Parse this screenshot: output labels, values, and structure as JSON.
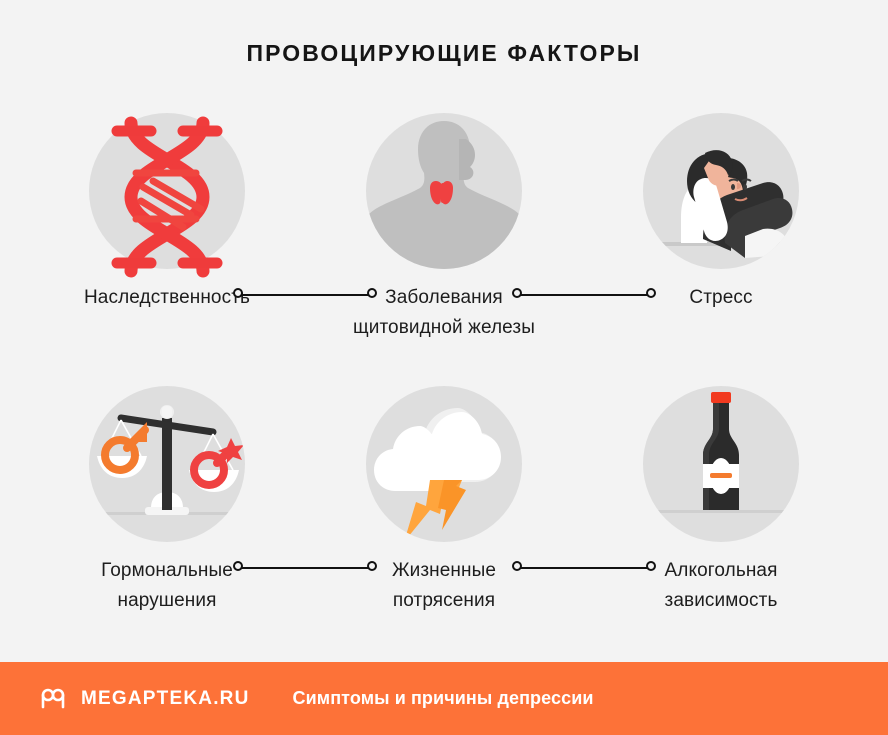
{
  "header": {
    "title": "ПРОВОЦИРУЮЩИЕ ФАКТОРЫ"
  },
  "colors": {
    "background": "#f3f3f3",
    "circle": "#dedede",
    "accent_orange": "#fd7238",
    "accent_red": "#f03c3c",
    "text": "#1d1d1d",
    "connector": "#111111"
  },
  "factors": [
    {
      "id": "heredity",
      "label_line_1": "Наследственность",
      "label_line_2": "",
      "icon": "dna-icon"
    },
    {
      "id": "thyroid-disease",
      "label_line_1": "Заболевания",
      "label_line_2": "щитовидной железы",
      "icon": "thyroid-icon"
    },
    {
      "id": "stress",
      "label_line_1": "Стресс",
      "label_line_2": "",
      "icon": "stressed-woman-icon"
    },
    {
      "id": "hormonal-disorders",
      "label_line_1": "Гормональные",
      "label_line_2": "нарушения",
      "icon": "balance-scales-icon"
    },
    {
      "id": "life-shocks",
      "label_line_1": "Жизненные",
      "label_line_2": "потрясения",
      "icon": "storm-cloud-icon"
    },
    {
      "id": "alcohol-dependence",
      "label_line_1": "Алкогольная",
      "label_line_2": "зависимость",
      "icon": "beer-bottle-icon"
    }
  ],
  "footer": {
    "logo_icon": "megapteka-monogram-icon",
    "brand": "MEGAPTEKA.RU",
    "tagline": "Симптомы и причины депрессии"
  }
}
